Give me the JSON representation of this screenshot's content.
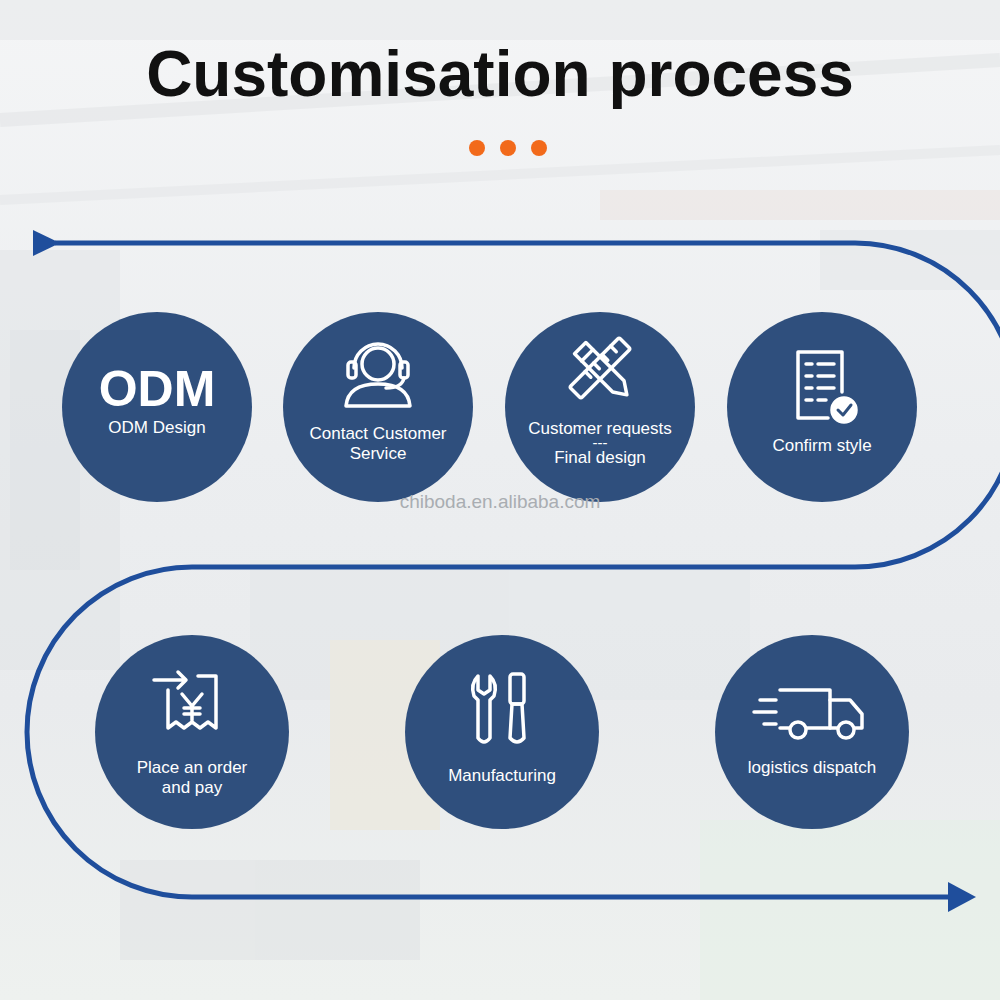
{
  "diagram": {
    "title": "Customisation process",
    "nodes": [
      {
        "text": [
          "ODM",
          "ODM Design"
        ]
      },
      {
        "text": [
          "Contact Customer Service"
        ]
      },
      {
        "text": [
          "Customer requests",
          "---",
          "Final design"
        ]
      },
      {
        "text": [
          "Confirm style"
        ]
      },
      {
        "text": [
          "Place an order and pay"
        ]
      },
      {
        "text": [
          "Manufacturing"
        ]
      },
      {
        "text": [
          "logistics dispatch"
        ]
      }
    ],
    "labels": [
      "chiboda.en.alibaba.com"
    ]
  }
}
